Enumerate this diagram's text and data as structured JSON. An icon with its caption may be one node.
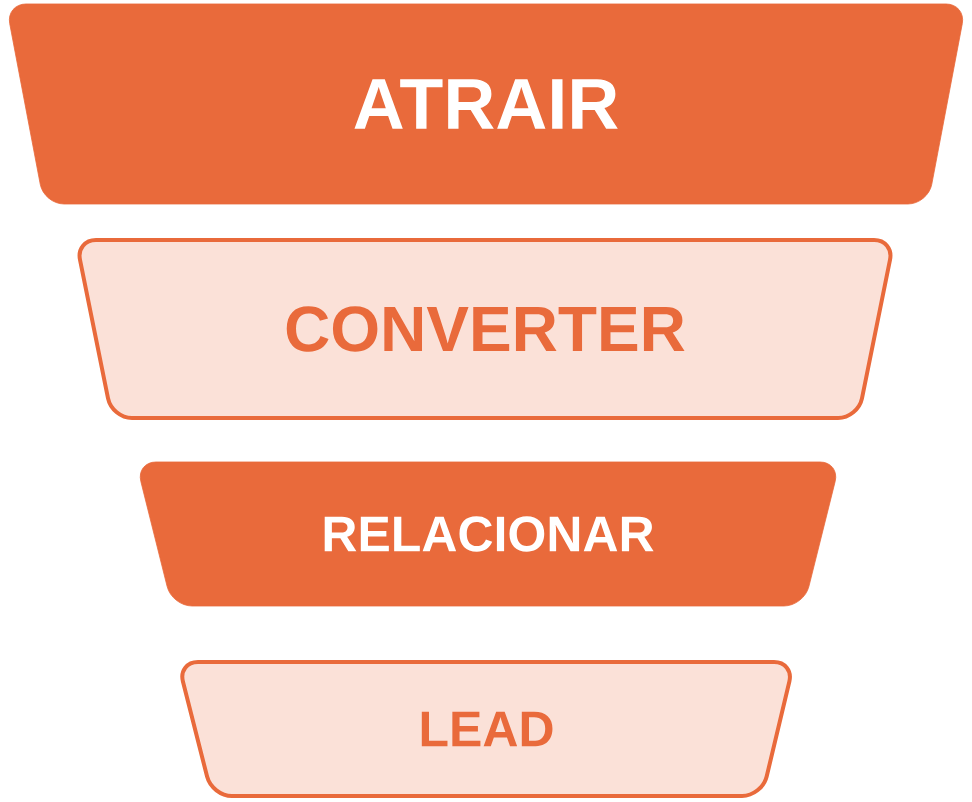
{
  "diagram": {
    "nodes": [
      {
        "text": [
          "ATRAIR"
        ]
      },
      {
        "text": [
          "CONVERTER"
        ]
      },
      {
        "text": [
          "RELACIONAR"
        ]
      },
      {
        "text": [
          "LEAD"
        ]
      }
    ]
  }
}
